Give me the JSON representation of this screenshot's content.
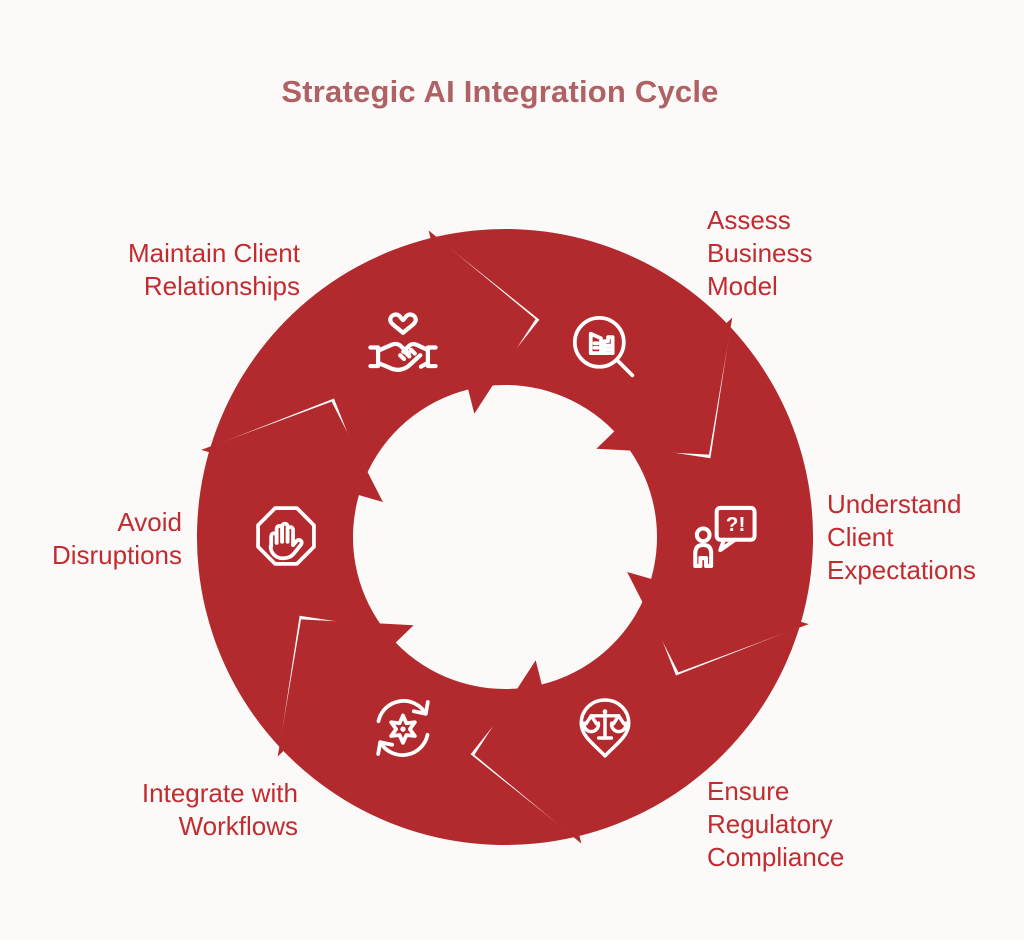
{
  "title": "Strategic AI Integration Cycle",
  "colors": {
    "background": "#FBFAF9",
    "ring": "#B32A2E",
    "label_text": "#C22B30",
    "title_text": "#B06164",
    "icon": "#FFFFFF"
  },
  "steps": [
    {
      "id": "assess-business-model",
      "label": "Assess\nBusiness\nModel",
      "icon": "magnifier-chart-icon"
    },
    {
      "id": "understand-client-expectations",
      "label": "Understand\nClient\nExpectations",
      "icon": "person-question-icon",
      "icon_text": "?!"
    },
    {
      "id": "ensure-regulatory-compliance",
      "label": "Ensure\nRegulatory\nCompliance",
      "icon": "scales-pin-icon"
    },
    {
      "id": "integrate-with-workflows",
      "label": "Integrate with\nWorkflows",
      "icon": "gear-sync-icon"
    },
    {
      "id": "avoid-disruptions",
      "label": "Avoid\nDisruptions",
      "icon": "hand-stop-icon"
    },
    {
      "id": "maintain-client-relationships",
      "label": "Maintain Client\nRelationships",
      "icon": "handshake-heart-icon"
    }
  ]
}
